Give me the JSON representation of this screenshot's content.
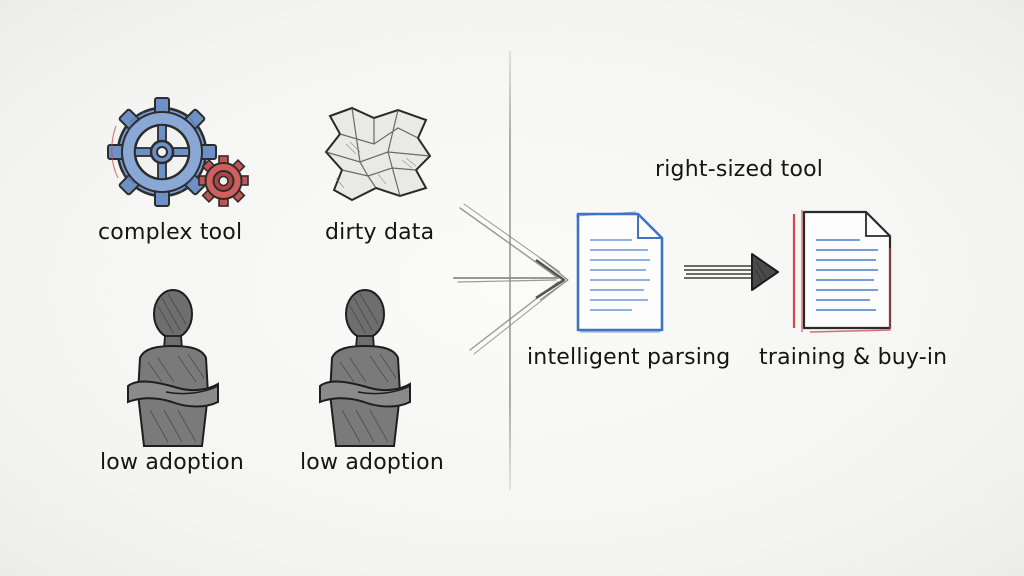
{
  "left_panel": {
    "items": [
      {
        "icon": "gears-icon",
        "label": "complex tool"
      },
      {
        "icon": "crumpled-paper-icon",
        "label": "dirty data"
      },
      {
        "icon": "person-arms-crossed-icon",
        "label": "low adoption"
      },
      {
        "icon": "person-arms-crossed-icon",
        "label": "low adoption"
      }
    ]
  },
  "right_panel": {
    "heading": "right-sized tool",
    "steps": [
      {
        "icon": "document-icon",
        "label": "intelligent parsing",
        "accent": "#4a7fd0"
      },
      {
        "icon": "document-icon",
        "label": "training & buy-in",
        "accent": "#d04a4a"
      }
    ]
  },
  "colors": {
    "gear_blue": "#5b86c5",
    "gear_red": "#c94a4a",
    "doc_blue": "#4a7fd0",
    "doc_red": "#d04a4a",
    "pencil": "#2a2a2a"
  }
}
